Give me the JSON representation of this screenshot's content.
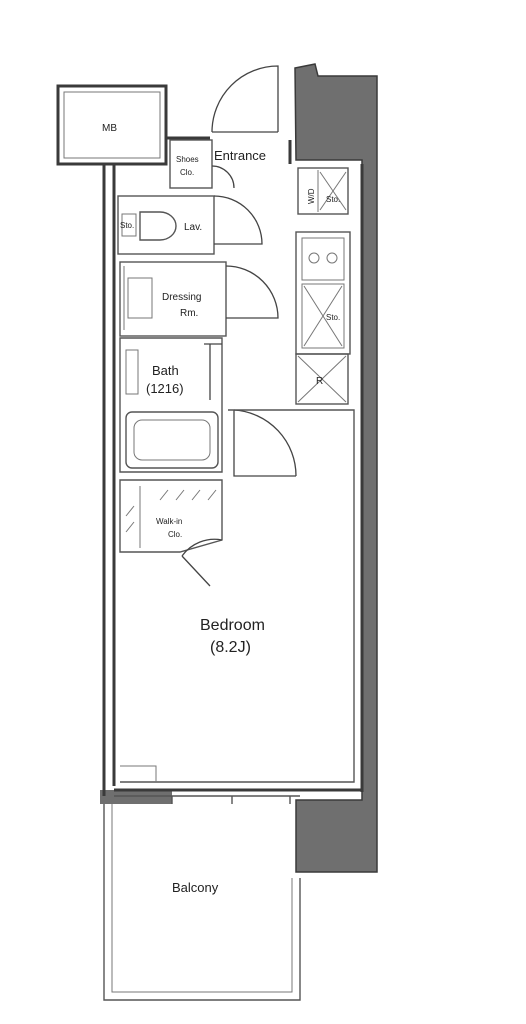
{
  "labels": {
    "mb": "MB",
    "entrance": "Entrance",
    "shoes_line1": "Shoes",
    "shoes_line2": "Clo.",
    "wd": "W/D",
    "sto_wd": "Sto.",
    "sto_toilet": "Sto.",
    "lav": "Lav.",
    "dressing_line1": "Dressing",
    "dressing_line2": "Rm.",
    "sto_kitchen": "Sto.",
    "fridge": "R",
    "bath_line1": "Bath",
    "bath_line2": "(1216)",
    "walkin_line1": "Walk-in",
    "walkin_line2": "Clo.",
    "bedroom_line1": "Bedroom",
    "bedroom_line2": "(8.2J)",
    "balcony": "Balcony"
  },
  "colors": {
    "wall": "#3a3a3a",
    "column_fill": "#6f6f6f",
    "background": "#ffffff"
  }
}
